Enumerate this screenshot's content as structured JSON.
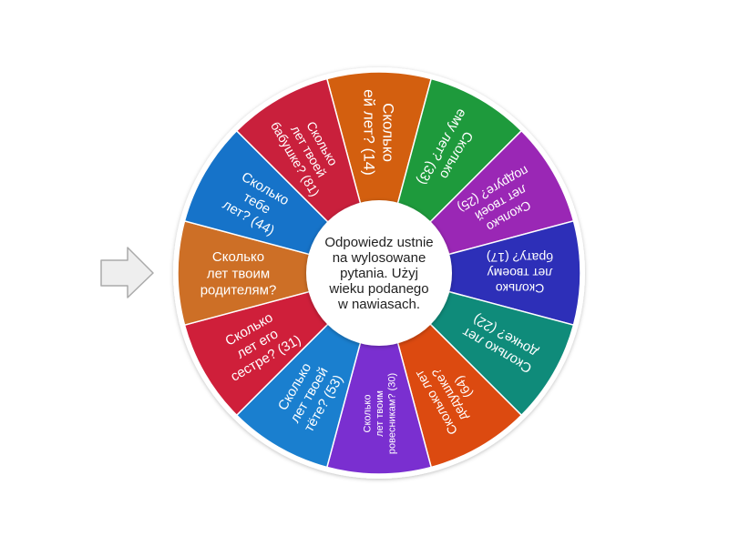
{
  "wheel": {
    "center_prompt": [
      "Odpowiedz ustnie",
      "na wylosowane",
      "pytania. Użyj",
      "wieku podanego",
      "w nawiasach."
    ],
    "segments": [
      {
        "lines": [
          "Сколько",
          "ей лет? (14)"
        ],
        "color": "#d35f0f",
        "size": 17
      },
      {
        "lines": [
          "Сколько",
          "ему лет? (33)"
        ],
        "color": "#1e9a3c",
        "size": 15
      },
      {
        "lines": [
          "Сколько",
          "лет твоей",
          "подруге? (25)"
        ],
        "color": "#9a27b5",
        "size": 14
      },
      {
        "lines": [
          "Сколько",
          "лет твоему",
          "брату? (17)"
        ],
        "color": "#2d2fb8",
        "size": 14
      },
      {
        "lines": [
          "Сколько лет",
          "дочке? (22)"
        ],
        "color": "#0f8b7a",
        "size": 15
      },
      {
        "lines": [
          "Сколько лет",
          "дедушке?",
          "(64)"
        ],
        "color": "#dc4a10",
        "size": 14
      },
      {
        "lines": [
          "Сколько",
          "лет твоим",
          "ровесникам? (30)"
        ],
        "color": "#7a2fd0",
        "size": 11
      },
      {
        "lines": [
          "Сколько",
          "лет твоей",
          "тёте? (53)"
        ],
        "color": "#1a7fcf",
        "size": 15
      },
      {
        "lines": [
          "Сколько",
          "лет его",
          "сестре? (31)"
        ],
        "color": "#cf1f3a",
        "size": 15
      },
      {
        "lines": [
          "Сколько",
          "лет твоим",
          "родителям?"
        ],
        "color": "#cd6f26",
        "size": 15
      },
      {
        "lines": [
          "Сколько",
          "тебе",
          "лет? (44)"
        ],
        "color": "#1673c9",
        "size": 15
      },
      {
        "lines": [
          "Сколько",
          "лет твоей",
          "бабушке? (81)"
        ],
        "color": "#c9203c",
        "size": 14
      }
    ]
  },
  "pointer": {
    "icon": "arrow-right-icon"
  },
  "colors": {
    "rim": "#ffffff",
    "center_fill": "#ffffff",
    "pointer": "#eeeeee"
  }
}
